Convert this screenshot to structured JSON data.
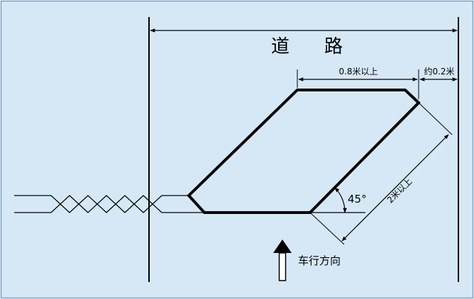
{
  "colors": {
    "background": "#d6e8f6",
    "frame": "#7aa0c4",
    "line": "#000000"
  },
  "labels": {
    "road_char_1": "道",
    "road_char_2": "路",
    "top_width": "0.8米以上",
    "gap": "约0.2米",
    "slant_length": "2米以上",
    "angle": "45°",
    "direction": "车行方向"
  },
  "icons": {
    "direction_arrow": "arrow-up-icon"
  }
}
